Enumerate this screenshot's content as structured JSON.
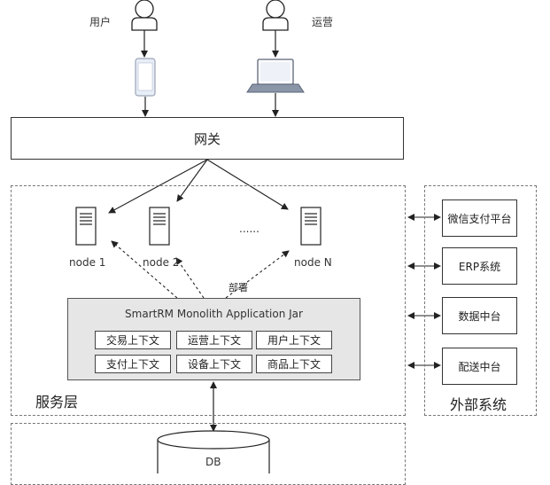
{
  "actors": {
    "user": "用户",
    "ops": "运营"
  },
  "gateway": "网关",
  "nodes": [
    "node 1",
    "node 2",
    "node N"
  ],
  "nodes_ellipsis": "......",
  "deploy_label": "部署",
  "jar": {
    "title": "SmartRM Monolith Application Jar",
    "contexts": [
      "交易上下文",
      "运营上下文",
      "用户上下文",
      "支付上下文",
      "设备上下文",
      "商品上下文"
    ]
  },
  "service_layer_title": "服务层",
  "external": {
    "title": "外部系统",
    "systems": [
      "微信支付平台",
      "ERP系统",
      "数据中台",
      "配送中台"
    ]
  },
  "db_label": "DB"
}
